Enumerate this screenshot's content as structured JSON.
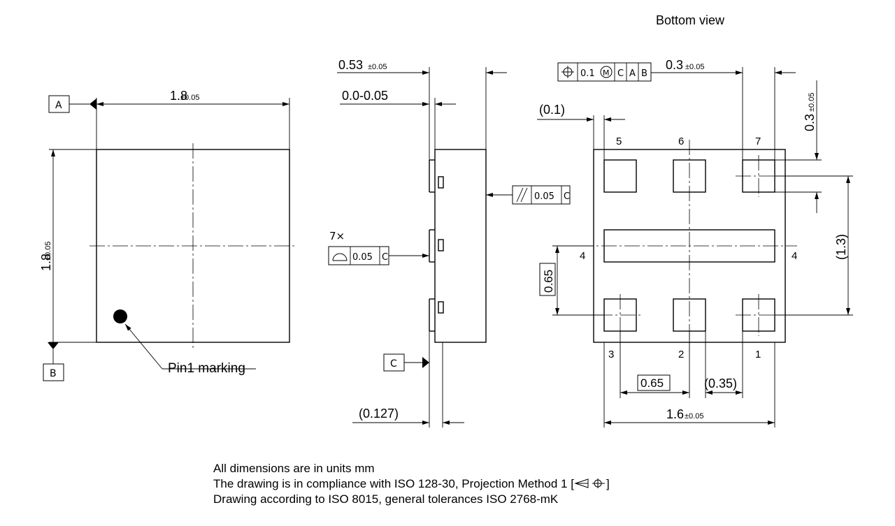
{
  "top_view": {
    "datum_a": "A",
    "datum_b": "B",
    "width_value": "1.8",
    "width_tol": "±0.05",
    "height_value": "1.8",
    "height_tol": "±0.05",
    "pin1_label": "Pin1 marking"
  },
  "side_view": {
    "thickness_value": "0.53",
    "thickness_tol": "±0.05",
    "standoff": "0.0-0.05",
    "terminal": "(0.127)",
    "datum_c": "C",
    "parallelism_tol": "0.05",
    "parallelism_datum": "C",
    "pads_count": "7×",
    "profile_tol": "0.05",
    "profile_datum": "C"
  },
  "bottom_view": {
    "title": "Bottom view",
    "position_tol": "0.1",
    "position_modifier": "M",
    "datums": [
      "C",
      "A",
      "B"
    ],
    "pad_width_value": "0.3",
    "pad_width_tol": "±0.05",
    "pad_height_value": "0.3",
    "pad_height_tol": "±0.05",
    "edge_offset": "(0.1)",
    "row_pitch": "(1.3)",
    "basic_pitch_v": "0.65",
    "basic_pitch_h": "0.65",
    "pad_offset": "(0.35)",
    "width_value": "1.6",
    "width_tol": "±0.05",
    "pins": {
      "p1": "1",
      "p2": "2",
      "p3": "3",
      "p4a": "4",
      "p4b": "4",
      "p5": "5",
      "p6": "6",
      "p7": "7"
    }
  },
  "notes": [
    "All dimensions are in units mm",
    "The drawing is in compliance with ISO 128-30, Projection Method 1 [",
    "Drawing according to ISO 8015, general tolerances ISO 2768-mK"
  ],
  "notes_suffix": "]"
}
